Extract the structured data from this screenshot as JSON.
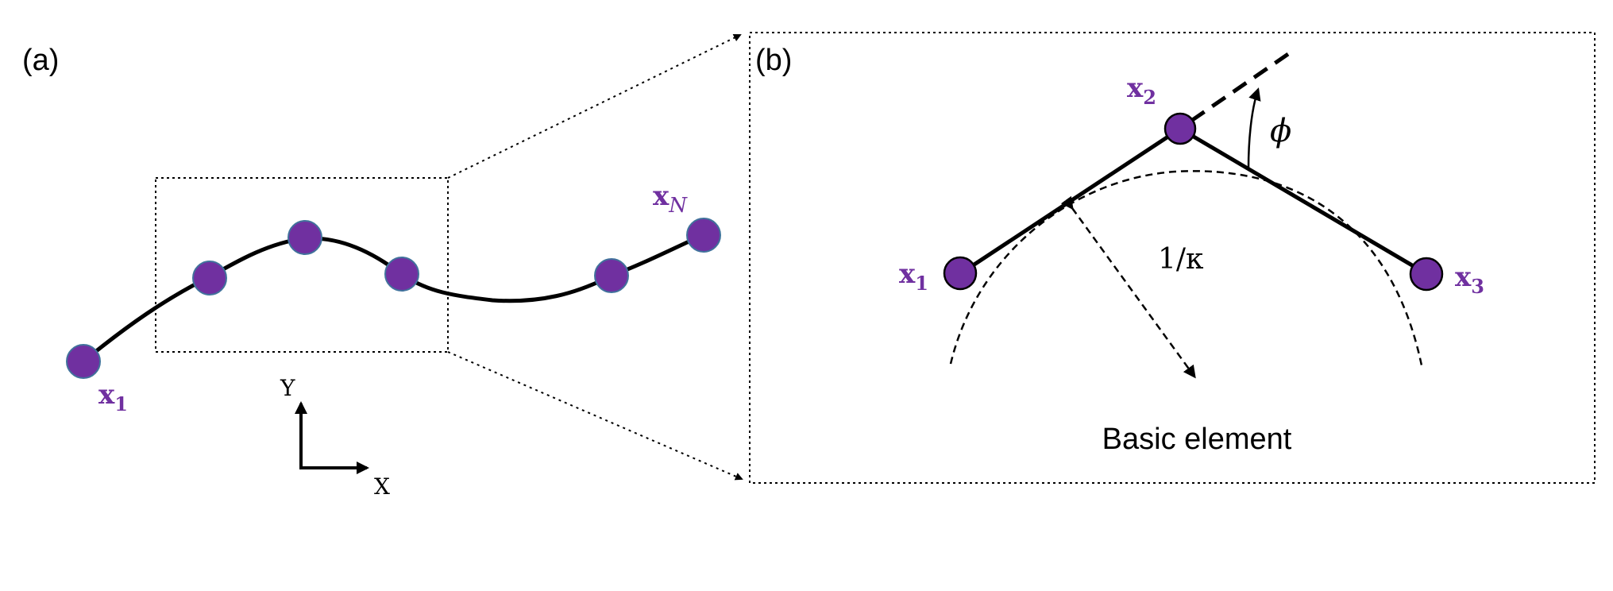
{
  "colors": {
    "node_fill": "#7030a0",
    "node_stroke_a": "#41729c",
    "node_stroke_b": "#000000",
    "label": "#7030a0",
    "line": "#000000"
  },
  "panel_a": {
    "tag": "(a)",
    "label_first": {
      "base": "x",
      "sub": "1"
    },
    "label_last": {
      "base": "x",
      "sub": "N"
    },
    "axis_y": "Y",
    "axis_x": "X",
    "node_count": 6
  },
  "panel_b": {
    "tag": "(b)",
    "label_1": {
      "base": "x",
      "sub": "1"
    },
    "label_2": {
      "base": "x",
      "sub": "2"
    },
    "label_3": {
      "base": "x",
      "sub": "3"
    },
    "angle_symbol": "ϕ",
    "curvature_label": "1/κ",
    "caption": "Basic element"
  }
}
